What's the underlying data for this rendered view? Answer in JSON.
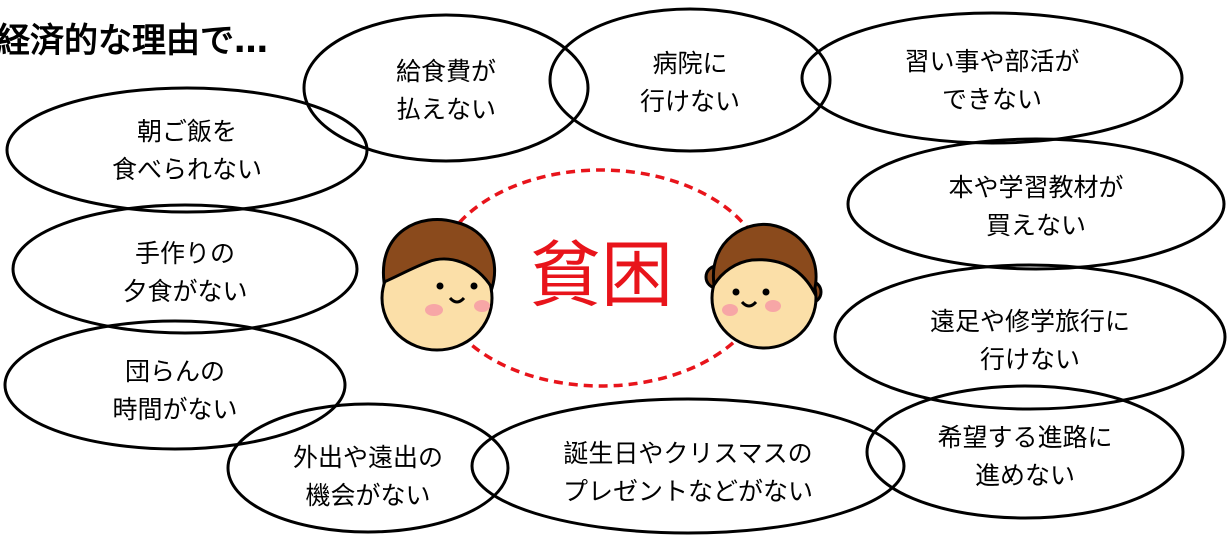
{
  "heading": "経済的な理由で…",
  "center": {
    "label": "貧困",
    "color": "#e8141b",
    "border_color": "#e8141b"
  },
  "colors": {
    "skin": "#fbdfa8",
    "hair": "#8a4a1c",
    "cheek": "#f7a6a6",
    "hair_tie": "#e0531c",
    "outline": "#000000"
  },
  "bubbles": [
    {
      "id": "breakfast",
      "lines": [
        "朝ご飯を",
        "食べられない"
      ]
    },
    {
      "id": "lunch-fee",
      "lines": [
        "給食費が",
        "払えない"
      ]
    },
    {
      "id": "hospital",
      "lines": [
        "病院に",
        "行けない"
      ]
    },
    {
      "id": "lessons",
      "lines": [
        "習い事や部活が",
        "できない"
      ]
    },
    {
      "id": "dinner",
      "lines": [
        "手作りの",
        "夕食がない"
      ]
    },
    {
      "id": "books",
      "lines": [
        "本や学習教材が",
        "買えない"
      ]
    },
    {
      "id": "family-time",
      "lines": [
        "団らんの",
        "時間がない"
      ]
    },
    {
      "id": "school-trip",
      "lines": [
        "遠足や修学旅行に",
        "行けない"
      ]
    },
    {
      "id": "outings",
      "lines": [
        "外出や遠出の",
        "機会がない"
      ]
    },
    {
      "id": "presents",
      "lines": [
        "誕生日やクリスマスの",
        "プレゼントなどがない"
      ]
    },
    {
      "id": "career",
      "lines": [
        "希望する進路に",
        "進めない"
      ]
    }
  ]
}
